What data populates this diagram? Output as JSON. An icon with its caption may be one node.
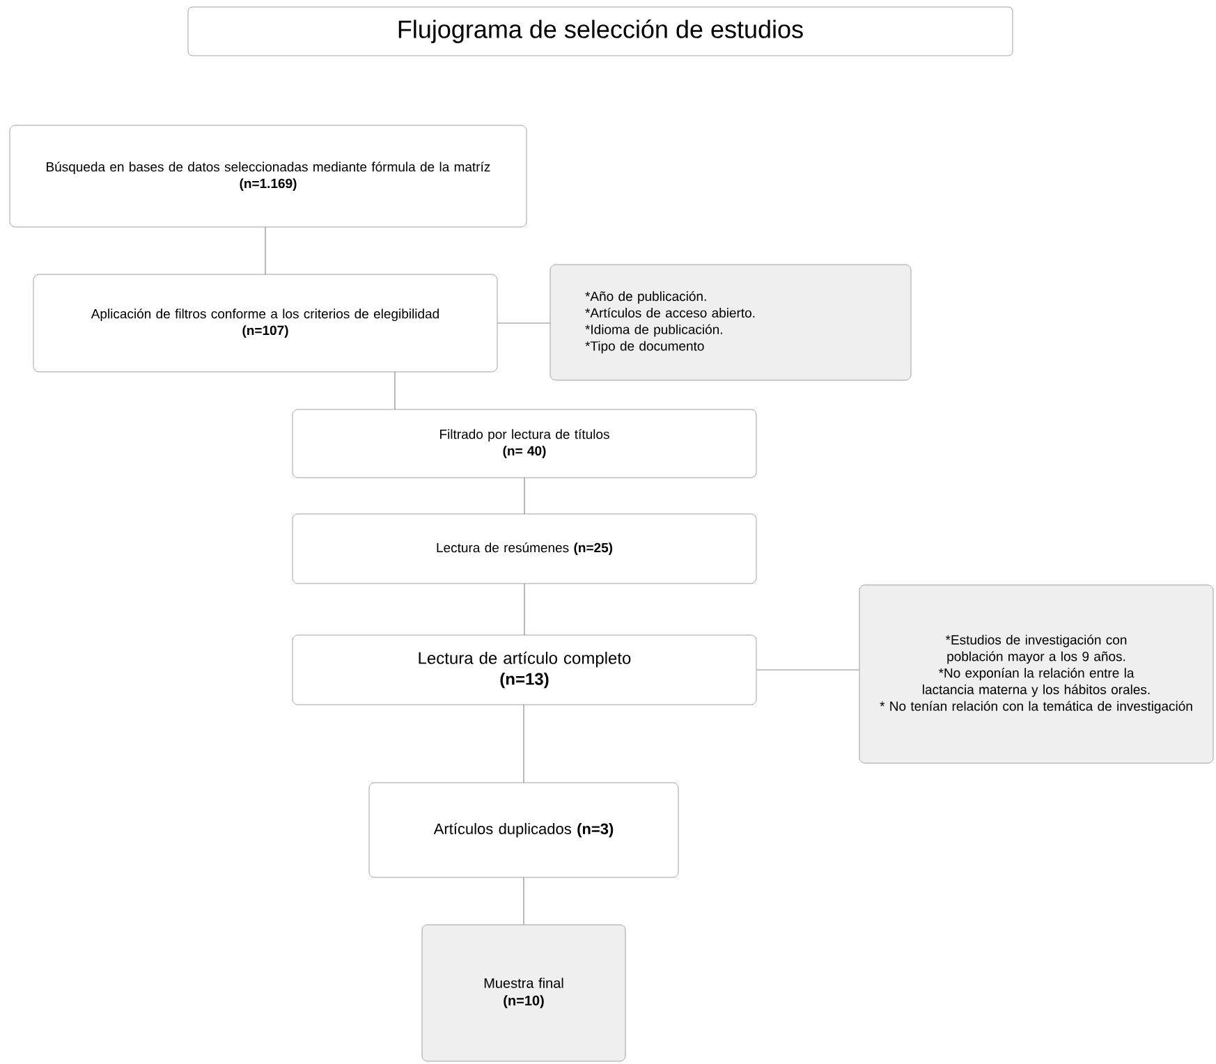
{
  "diagram": {
    "title": "Flujograma de selección de estudios",
    "nodes": [
      {
        "text": [
          "Búsqueda en bases de datos seleccionadas mediante fórmula de la matríz",
          "(n=1.169)"
        ]
      },
      {
        "text": [
          "Aplicación de filtros conforme a los criterios de elegibilidad",
          "(n=107)"
        ]
      },
      {
        "text": [
          "*Año de publicación.",
          "*Artículos de acceso abierto.",
          "*Idioma de publicación.",
          "*Tipo de documento"
        ]
      },
      {
        "text": [
          "Filtrado por lectura de títulos",
          "(n= 40)"
        ]
      },
      {
        "text": [
          "Lectura de resúmenes **(n=25)**"
        ]
      },
      {
        "text": [
          "Lectura de artículo completo",
          "(n=13)"
        ]
      },
      {
        "text": [
          "*Estudios de investigación con población mayor a los 9 años.",
          "*No exponían la relación entre la lactancia materna y los hábitos orales.",
          "* No tenían relación con la temática de investigación"
        ]
      },
      {
        "text": [
          "Artículos duplicados **(n=3)**"
        ]
      },
      {
        "text": [
          "Muestra final",
          "(n=10)"
        ]
      }
    ],
    "edges": [
      {
        "from": 0,
        "to": 1,
        "arrow": "none"
      },
      {
        "from": 1,
        "to": 2,
        "arrow": "none"
      },
      {
        "from": 1,
        "to": 3,
        "arrow": "none"
      },
      {
        "from": 3,
        "to": 4,
        "arrow": "none"
      },
      {
        "from": 4,
        "to": 5,
        "arrow": "none"
      },
      {
        "from": 5,
        "to": 6,
        "arrow": "none"
      },
      {
        "from": 5,
        "to": 7,
        "arrow": "none"
      },
      {
        "from": 7,
        "to": 8,
        "arrow": "none"
      }
    ]
  }
}
